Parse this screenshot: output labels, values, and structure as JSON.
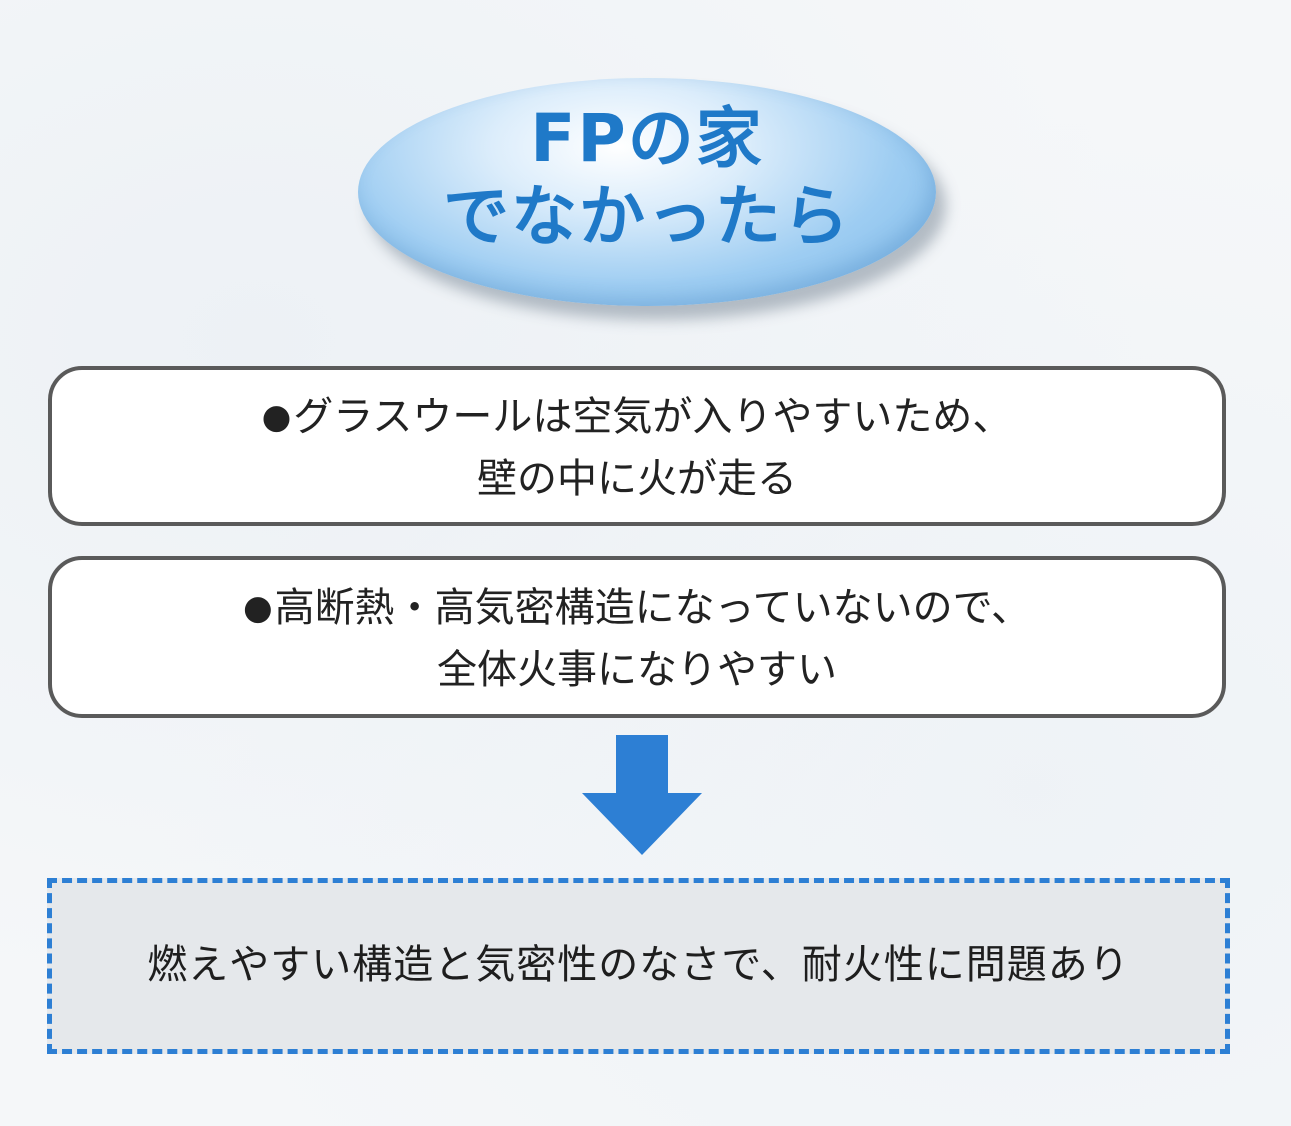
{
  "title": {
    "line1": "FPの家",
    "line2": "でなかったら"
  },
  "items": [
    {
      "bullet": "●",
      "line1": "グラスウールは空気が入りやすいため、",
      "line2": "壁の中に火が走る"
    },
    {
      "bullet": "●",
      "line1": "高断熱・高気密構造になっていないので、",
      "line2": "全体火事になりやすい"
    }
  ],
  "conclusion": "燃えやすい構造と気密性のなさで、耐火性に問題あり",
  "colors": {
    "accent_blue": "#2d7fd4",
    "title_text": "#1f79c8",
    "box_border": "#5a5a5a",
    "conclusion_bg": "#e5e8eb"
  },
  "icons": {
    "arrow": "arrow-down-icon"
  }
}
